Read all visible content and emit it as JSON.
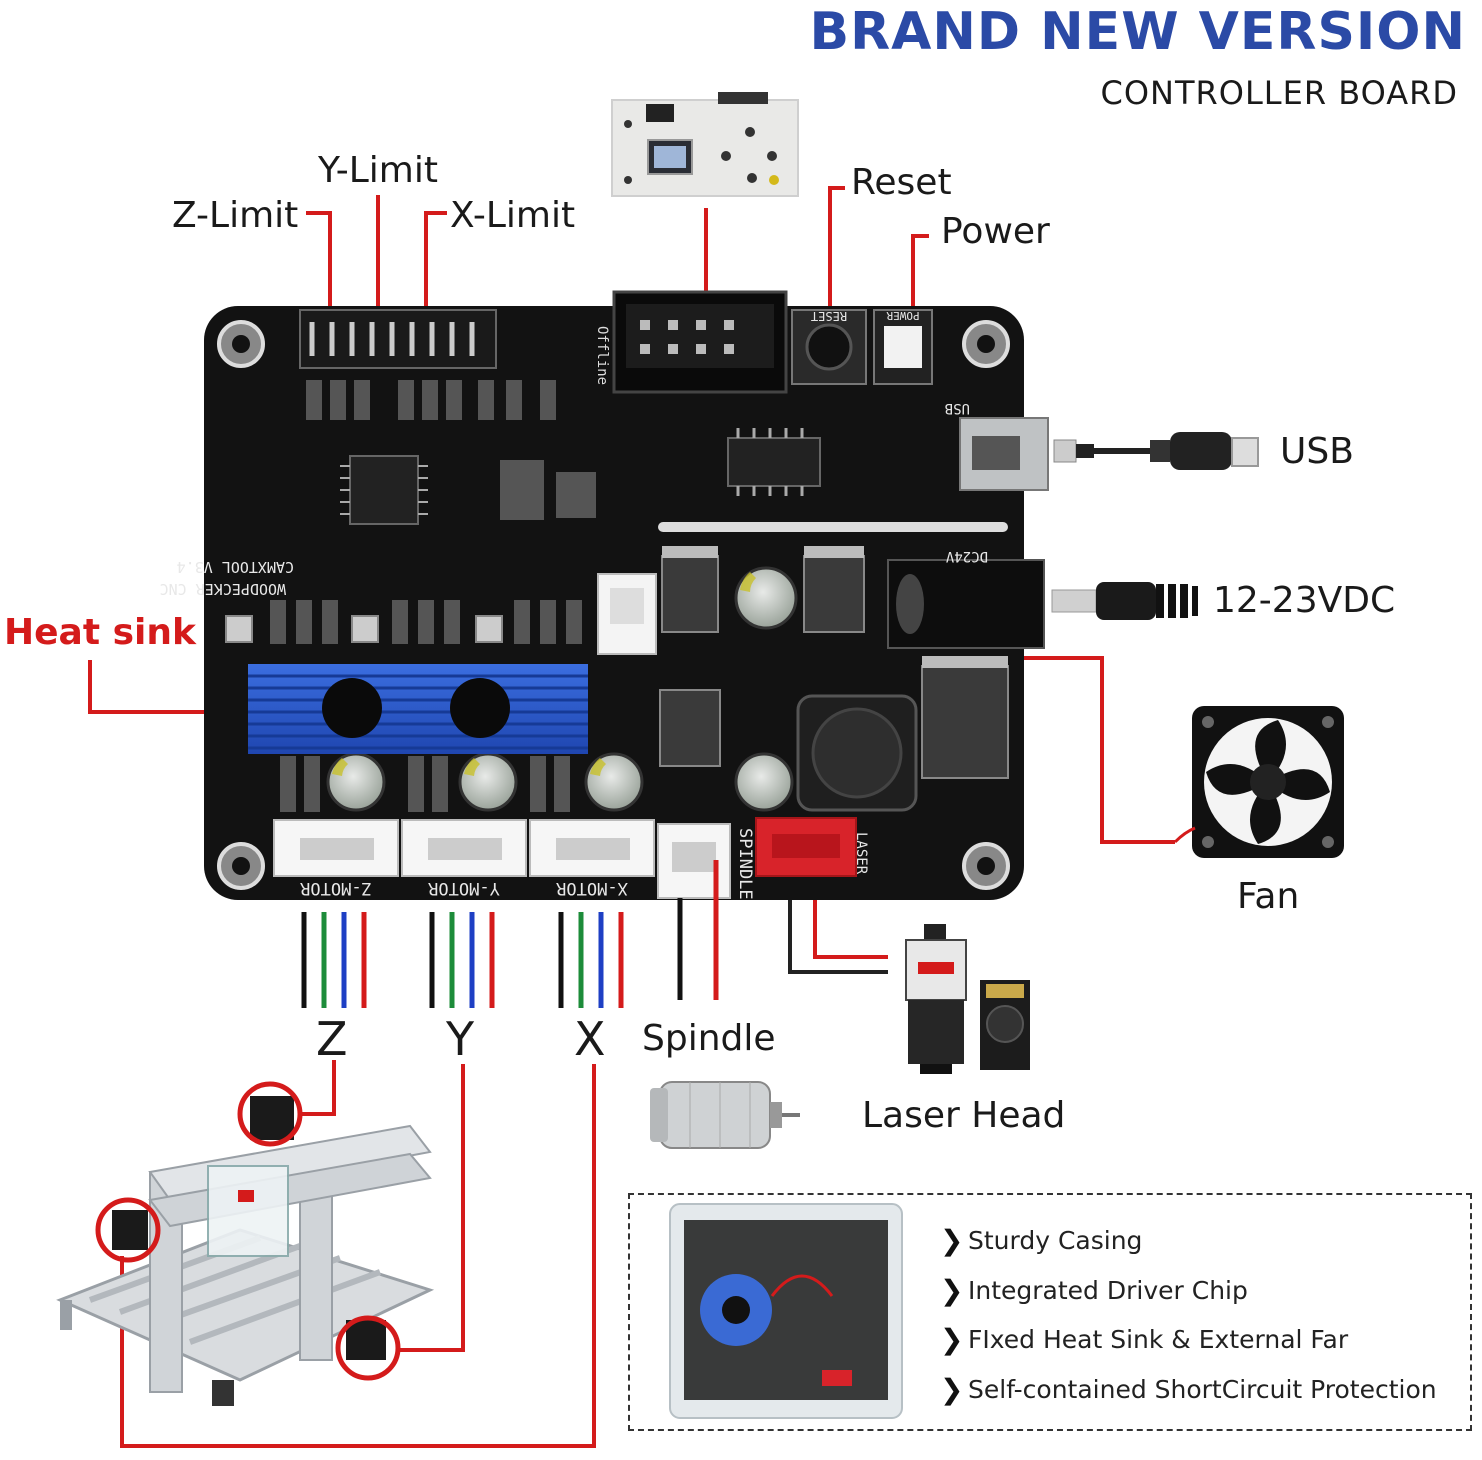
{
  "header": {
    "title": "BRAND NEW VERSION",
    "subtitle": "CONTROLLER BOARD"
  },
  "labels": {
    "z_limit": "Z-Limit",
    "y_limit": "Y-Limit",
    "x_limit": "X-Limit",
    "reset": "Reset",
    "power": "Power",
    "usb": "USB",
    "dc_input": "12-23VDC",
    "heat_sink": "Heat sink",
    "fan": "Fan",
    "spindle": "Spindle",
    "laser_head": "Laser Head",
    "axis_z": "Z",
    "axis_y": "Y",
    "axis_x": "X"
  },
  "board_silkscreen": {
    "z_motor": "Z-MOTOR",
    "y_motor": "Y-MOTOR",
    "x_motor": "X-MOTOR",
    "spindle": "SPINDLE",
    "laser": "LASER",
    "brand": "WOODPECKER CNC",
    "model": "CAMXTOOL V3.4",
    "usb": "USB",
    "reset": "RESET",
    "power": "POWER",
    "dc": "DC24V",
    "offline": "Offline"
  },
  "features": [
    "Sturdy Casing",
    "Integrated Driver Chip",
    "FIxed Heat Sink & External Far",
    "Self-contained ShortCircuit Protection"
  ],
  "colors": {
    "accent_blue": "#2b4aa6",
    "callout_red": "#d41b1b",
    "pcb_black": "#121212",
    "heatsink_blue": "#2a57c8"
  }
}
